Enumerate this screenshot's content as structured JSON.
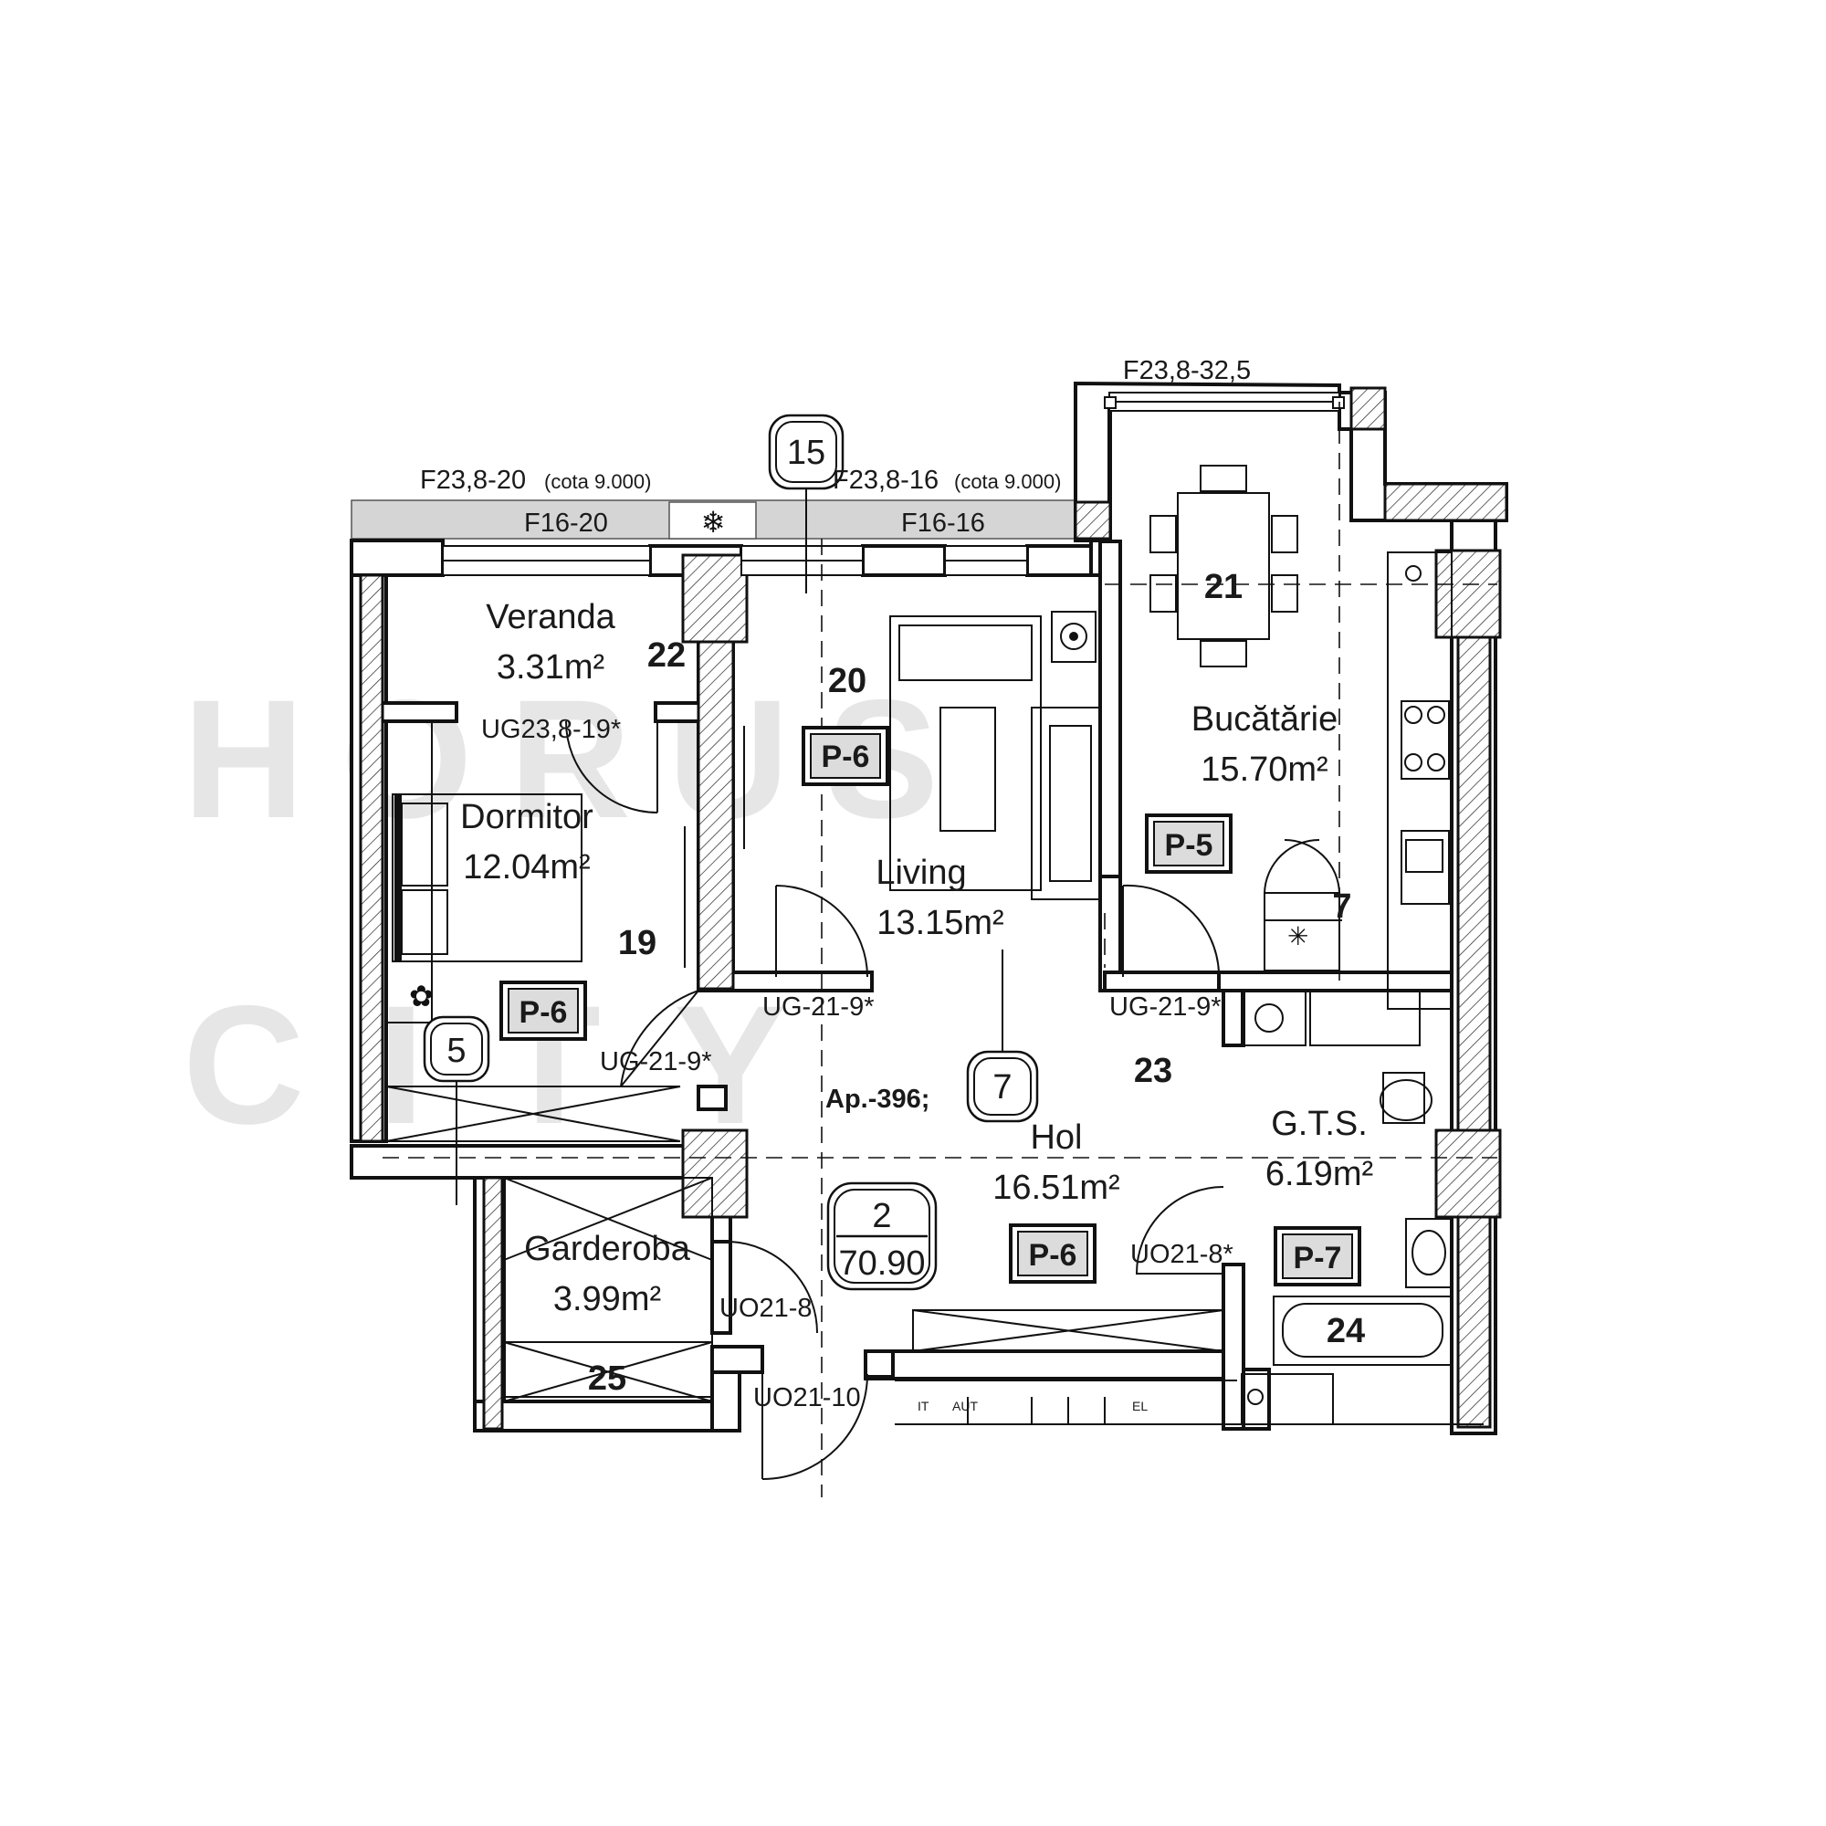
{
  "watermark": {
    "line1": "HORUS",
    "line2": "CITY"
  },
  "apartment": {
    "id": "Ap.-396;",
    "rooms_count": "2",
    "total_area": "70.90"
  },
  "facade_labels": {
    "top_right": "F23,8-32,5",
    "left_main": "F23,8-20",
    "left_note": "(cota 9.000)",
    "mid_main": "F23,8-16",
    "mid_note": "(cota 9.000)",
    "band_left": "F16-20",
    "band_right": "F16-16"
  },
  "rooms": [
    {
      "name": "Veranda",
      "area": "3.31m²",
      "number": "22"
    },
    {
      "name": "Dormitor",
      "area": "12.04m²",
      "number": "19"
    },
    {
      "name": "Living",
      "area": "13.15m²",
      "number": "20"
    },
    {
      "name": "Bucătărie",
      "area": "15.70m²",
      "number": "21"
    },
    {
      "name": "Hol",
      "area": "16.51m²",
      "number": "23"
    },
    {
      "name": "G.T.S.",
      "area": "6.19m²",
      "number": "24"
    },
    {
      "name": "Garderoba",
      "area": "3.99m²",
      "number": "25"
    }
  ],
  "finish_tags": [
    "P-6",
    "P-6",
    "P-5",
    "P-6",
    "P-7"
  ],
  "markers": [
    "15",
    "5",
    "7"
  ],
  "kitchen_extra_number": "7",
  "door_codes": [
    "UG23,8-19*",
    "UG-21-9*",
    "UG-21-9*",
    "UG-21-9*",
    "UO21-8*",
    "UO21-8",
    "UO21-10"
  ],
  "panel_labels": [
    "IT",
    "AUT",
    "EL"
  ]
}
